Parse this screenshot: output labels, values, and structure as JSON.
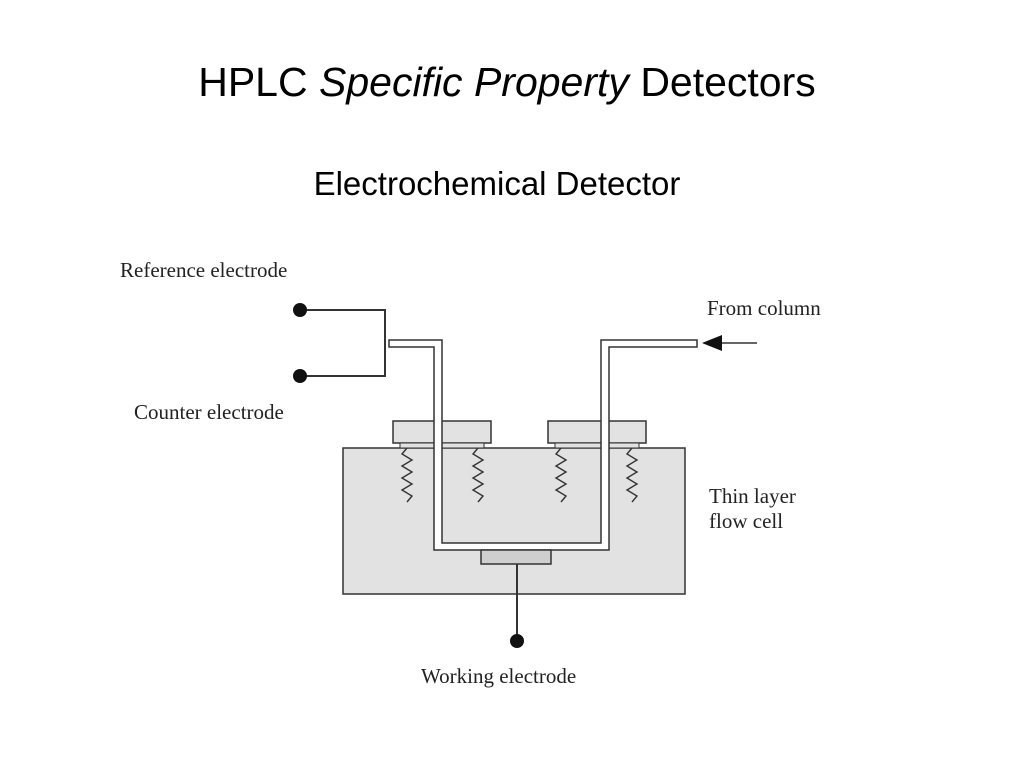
{
  "title": {
    "prefix": "HPLC",
    "emphasis": "Specific Property",
    "suffix": "Detectors"
  },
  "subtitle": "Electrochemical Detector",
  "diagram": {
    "labels": {
      "reference_electrode": "Reference electrode",
      "counter_electrode": "Counter electrode",
      "from_column": "From column",
      "thin_layer_line1": "Thin layer",
      "thin_layer_line2": "flow cell",
      "working_electrode": "Working electrode"
    },
    "colors": {
      "cell_fill": "#e2e2e2",
      "stroke": "#333333",
      "terminal": "#111111"
    }
  }
}
